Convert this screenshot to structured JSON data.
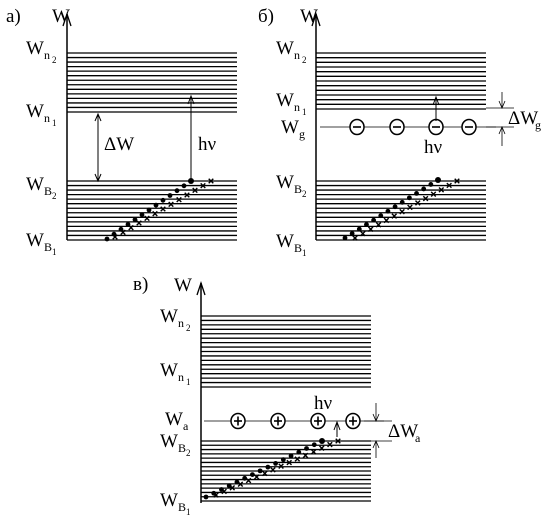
{
  "panels": [
    {
      "id": "a",
      "tag": "а)",
      "axis": "W",
      "levels": {
        "n2": "W",
        "n1": "W",
        "b2": "W",
        "b1": "W"
      },
      "subs": {
        "n2": "n",
        "n1": "n",
        "b2": "B",
        "b1": "B",
        "n2i": "2",
        "n1i": "1",
        "b2i": "2",
        "b1i": "1"
      },
      "delta": "ΔW",
      "photon": "hν"
    },
    {
      "id": "b",
      "tag": "б)",
      "axis": "W",
      "levels": {
        "n2": "W",
        "n1": "W",
        "g": "W",
        "b2": "W",
        "b1": "W"
      },
      "subs": {
        "n2": "n",
        "n1": "n",
        "g": "g",
        "b2": "B",
        "b1": "B",
        "n2i": "2",
        "n1i": "1",
        "b2i": "2",
        "b1i": "1"
      },
      "delta": "ΔW",
      "delta_sub": "g",
      "photon": "hν",
      "carrier_symbol": "minus-circle",
      "carrier_count": 4
    },
    {
      "id": "c",
      "tag": "в)",
      "axis": "W",
      "levels": {
        "n2": "W",
        "n1": "W",
        "a": "W",
        "b2": "W",
        "b1": "W"
      },
      "subs": {
        "n2": "n",
        "n1": "n",
        "a": "a",
        "b2": "B",
        "b1": "B",
        "n2i": "2",
        "n1i": "1",
        "b2i": "2",
        "b1i": "1"
      },
      "delta": "ΔW",
      "delta_sub": "a",
      "photon": "hν",
      "carrier_symbol": "plus-circle",
      "carrier_count": 4
    }
  ]
}
